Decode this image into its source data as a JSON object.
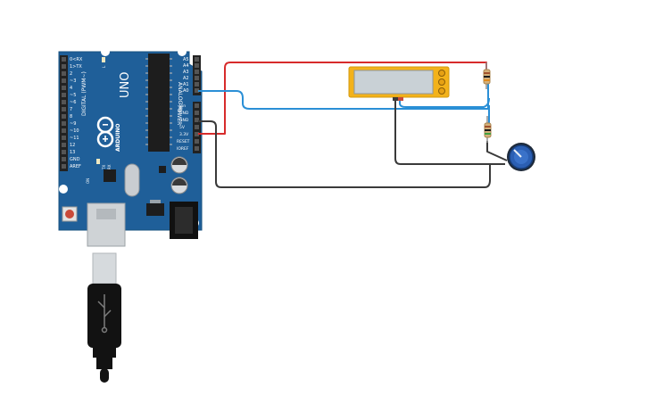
{
  "arduino": {
    "board_name": "UNO",
    "brand": "ARDUINO",
    "digital_header": "DIGITAL (PWM~)",
    "analog_header": "ANALOG IN",
    "power_header": "POWER",
    "digital_pins": [
      "0<RX",
      "1>TX",
      "2",
      "~3",
      "4",
      "~5",
      "~6",
      "7",
      "8",
      "~9",
      "~10",
      "~11",
      "12",
      "13",
      "GND",
      "AREF"
    ],
    "analog_pins": [
      "A5",
      "A4",
      "A3",
      "A2",
      "A1",
      "A0"
    ],
    "power_pins": [
      "Vin",
      "GND",
      "GND",
      "5V",
      "3.3V",
      "RESET",
      "IOREF"
    ],
    "on_label": "ON",
    "tx_label": "TX",
    "rx_label": "RX",
    "l_label": "L"
  },
  "lcd": {
    "text": ""
  },
  "colors": {
    "board": "#1f5f99",
    "wire_red": "#d72b2b",
    "wire_blue": "#2a8fd6",
    "wire_black": "#3a3a3a",
    "lcd_frame": "#f3b21a",
    "lcd_screen": "#c9d1d6",
    "pot": "#2b5fb3"
  }
}
